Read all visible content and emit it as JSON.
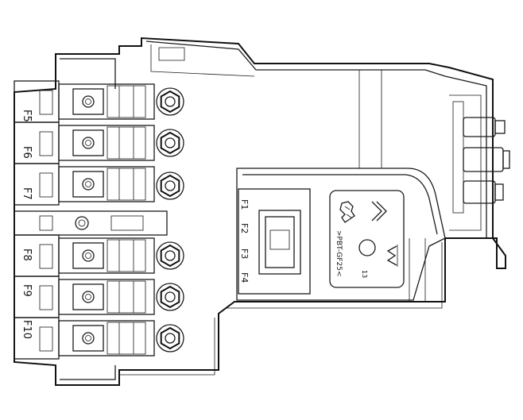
{
  "diagram": {
    "fuse_labels_left": [
      "F5",
      "F6",
      "F7",
      "F8",
      "F9",
      "F10"
    ],
    "fuse_labels_center": [
      "F1",
      "F2",
      "F3",
      "F4"
    ],
    "material_marking": ">PBT-GF25<",
    "small_marking": "13",
    "colors": {
      "line": "#1a1a1a",
      "background": "#ffffff"
    },
    "icons": [
      "peugeot-lion-logo-icon",
      "citroen-chevrons-logo-icon",
      "vw-logo-icon"
    ]
  }
}
